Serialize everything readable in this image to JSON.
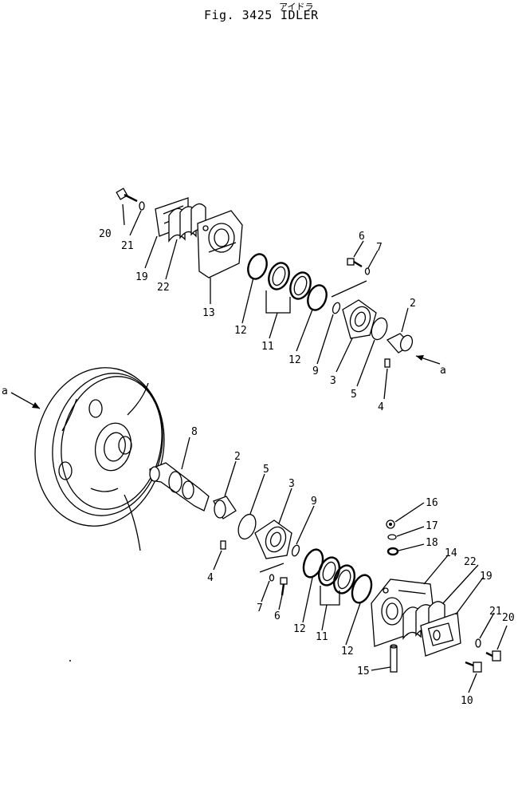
{
  "figure": {
    "kana": "アイドラ",
    "fig_label": "Fig. 3425",
    "name": "IDLER"
  },
  "callouts": {
    "a_top": "a",
    "a_left": "a",
    "p20a": "20",
    "p21a": "21",
    "p19a": "19",
    "p22a": "22",
    "p13": "13",
    "p12a": "12",
    "p11a": "11",
    "p12b": "12",
    "p9a": "9",
    "p3a": "3",
    "p5a": "5",
    "p4a": "4",
    "p2a": "2",
    "p6a": "6",
    "p7a": "7",
    "p8": "8",
    "p2b": "2",
    "p5b": "5",
    "p3b": "3",
    "p9b": "9",
    "p4b": "4",
    "p7b": "7",
    "p6b": "6",
    "p12c": "12",
    "p11b": "11",
    "p12d": "12",
    "p16": "16",
    "p17": "17",
    "p18": "18",
    "p14": "14",
    "p22b": "22",
    "p19b": "19",
    "p21b": "21",
    "p20b": "20",
    "p15": "15",
    "p10": "10"
  }
}
